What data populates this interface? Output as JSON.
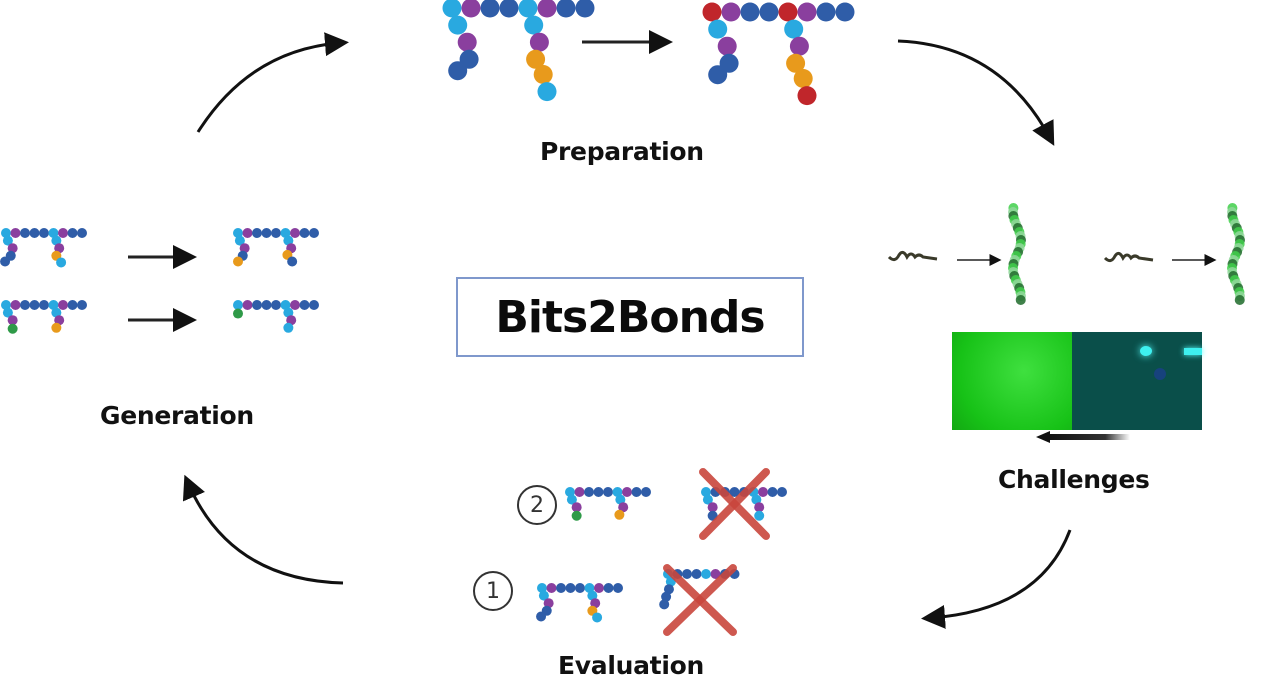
{
  "title": "Bits2Bonds",
  "stages": {
    "preparation": {
      "label": "Preparation"
    },
    "challenges": {
      "label": "Challenges"
    },
    "evaluation": {
      "label": "Evaluation",
      "steps": [
        "2",
        "1"
      ]
    },
    "generation": {
      "label": "Generation"
    }
  },
  "cycle_order": [
    "Preparation",
    "Challenges",
    "Evaluation",
    "Generation"
  ],
  "colors": {
    "box_border": "#7f98cc",
    "arrow": "#111111",
    "bead_dark_blue": "#2f5da8",
    "bead_light_blue": "#29a9e0",
    "bead_purple": "#8a3f9e",
    "bead_orange": "#e89a1c",
    "bead_red": "#c0262b",
    "bead_green": "#2f9a48",
    "reject_cross": "#c9463d",
    "challenge_green": "#1ec21e",
    "challenge_dark": "#0a4f4a"
  }
}
